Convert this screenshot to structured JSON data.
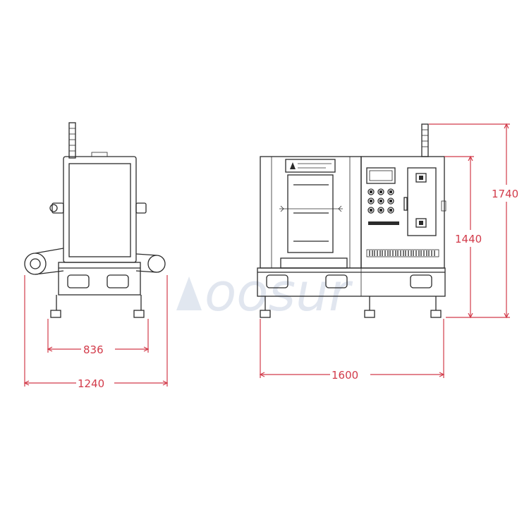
{
  "watermark": {
    "text": "oosur"
  },
  "dimensions": {
    "side_inner_width": "836",
    "side_overall_width": "1240",
    "front_width": "1600",
    "body_height": "1440",
    "overall_height": "1740"
  },
  "colors": {
    "dimension": "#d23b4a",
    "line": "#2b2b2b",
    "watermark": "#c9d3e3"
  }
}
